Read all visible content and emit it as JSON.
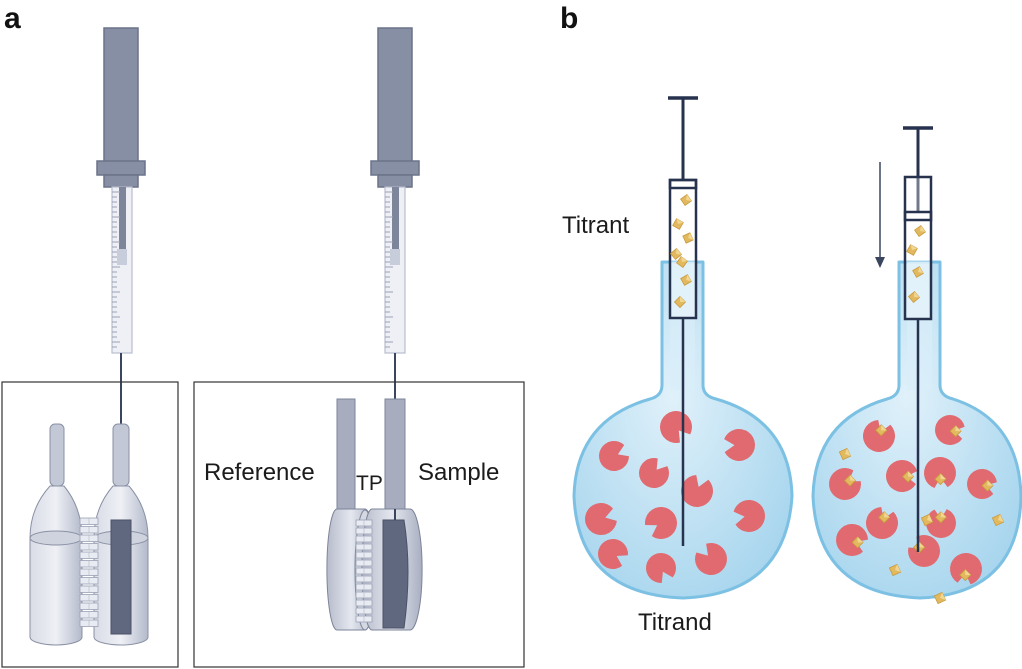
{
  "panels": {
    "a": "a",
    "b": "b"
  },
  "labels": {
    "reference": "Reference",
    "tp": "TP",
    "sample": "Sample",
    "titrant": "Titrant",
    "titrand": "Titrand"
  },
  "colors": {
    "syringe_body": "#878fa4",
    "syringe_dark": "#6b7389",
    "barrel_glass": "#eef0f6",
    "cell_light": "#c3c8d6",
    "cell_dark": "#606880",
    "flask_fill": "#bfe0f2",
    "flask_edge": "#7cc1e3",
    "macromolecule": "#e06a6f",
    "ligand": "#e2b95f",
    "plunger_line": "#26324e"
  }
}
